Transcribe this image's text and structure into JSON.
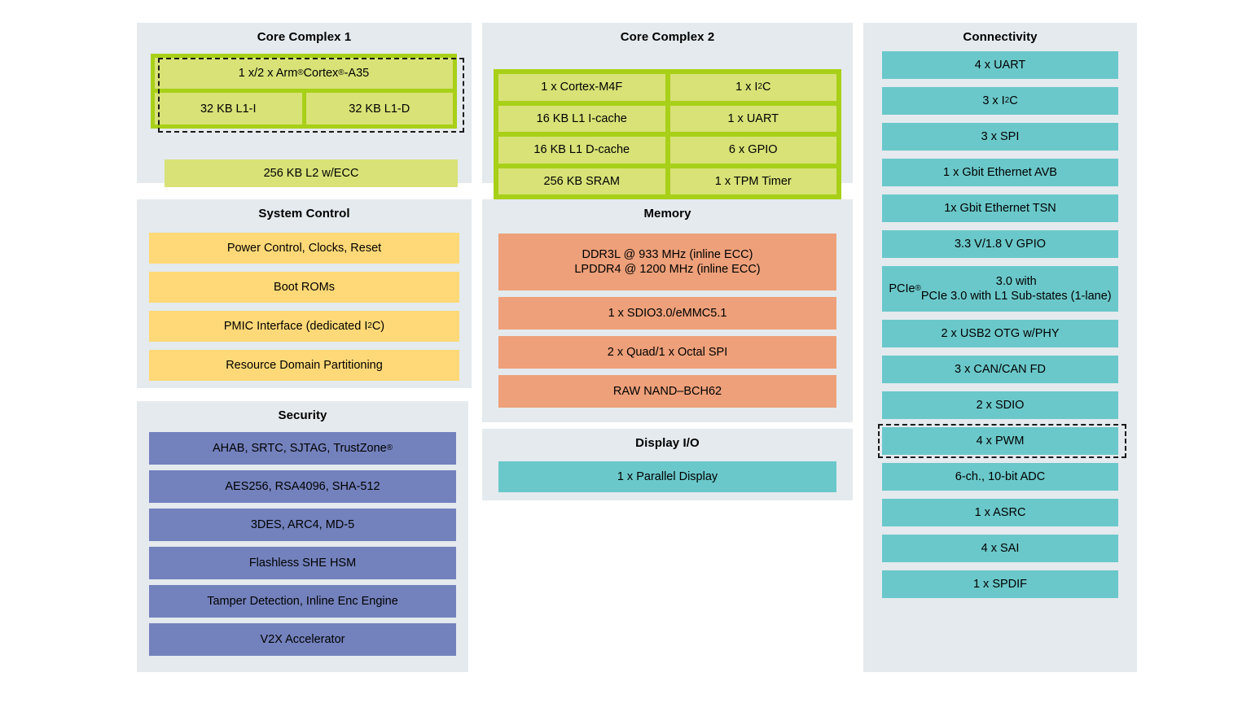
{
  "theme": {
    "page_background": "#ffffff",
    "panel_background": "#e4eaee",
    "green_border": "#a8d018",
    "green_fill": "#d8e277",
    "yellow_fill": "#ffd977",
    "purple_fill": "#7382bd",
    "orange_fill": "#eda07a",
    "teal_fill": "#6bc8ca",
    "highlight_outline": "#1a1a1a"
  },
  "panels": {
    "core_complex_1": {
      "title": "Core Complex 1",
      "cpu": "1 x/2 x Arm® Cortex®-A35",
      "l1_i": "32 KB L1-I",
      "l1_d": "32 KB L1-D",
      "l2": "256 KB L2 w/ECC",
      "highlighted": true
    },
    "core_complex_2": {
      "title": "Core Complex 2",
      "left_column": [
        "1 x  Cortex-M4F",
        "16 KB L1 I-cache",
        "16 KB L1 D-cache",
        "256 KB SRAM"
      ],
      "right_column": [
        "1 x I²C",
        "1 x UART",
        "6 x GPIO",
        "1 x TPM Timer"
      ]
    },
    "system_control": {
      "title": "System Control",
      "items": [
        "Power Control, Clocks, Reset",
        "Boot ROMs",
        "PMIC Interface (dedicated I²C)",
        "Resource Domain Partitioning"
      ]
    },
    "memory": {
      "title": "Memory",
      "items": [
        "DDR3L @ 933 MHz (inline ECC)\nLPDDR4 @ 1200 MHz (inline ECC)",
        "1 x SDIO3.0/eMMC5.1",
        "2 x Quad/1 x Octal SPI",
        "RAW NAND–BCH62"
      ]
    },
    "display_io": {
      "title": "Display I/O",
      "items": [
        "1 x Parallel Display"
      ]
    },
    "security": {
      "title": "Security",
      "items": [
        "AHAB, SRTC, SJTAG, TrustZone®",
        "AES256, RSA4096, SHA-512",
        "3DES, ARC4, MD-5",
        "Flashless SHE HSM",
        "Tamper Detection, Inline Enc Engine",
        "V2X Accelerator"
      ]
    },
    "connectivity": {
      "title": "Connectivity",
      "items": [
        {
          "label": "4 x UART",
          "tall": false,
          "highlighted": false
        },
        {
          "label": "3 x I²C",
          "tall": false,
          "highlighted": false
        },
        {
          "label": "3 x SPI",
          "tall": false,
          "highlighted": false
        },
        {
          "label": "1 x Gbit Ethernet AVB",
          "tall": false,
          "highlighted": false
        },
        {
          "label": "1x Gbit Ethernet TSN",
          "tall": false,
          "highlighted": false
        },
        {
          "label": "3.3 V/1.8 V GPIO",
          "tall": false,
          "highlighted": false
        },
        {
          "label": "PCIe® 3.0 with\nPCIe 3.0 with L1 Sub-states (1-lane)",
          "tall": true,
          "highlighted": false
        },
        {
          "label": "2 x USB2 OTG w/PHY",
          "tall": false,
          "highlighted": false
        },
        {
          "label": "3 x CAN/CAN FD",
          "tall": false,
          "highlighted": false
        },
        {
          "label": "2 x SDIO",
          "tall": false,
          "highlighted": false
        },
        {
          "label": "4 x PWM",
          "tall": false,
          "highlighted": true
        },
        {
          "label": "6-ch., 10-bit ADC",
          "tall": false,
          "highlighted": false
        },
        {
          "label": "1 x ASRC",
          "tall": false,
          "highlighted": false
        },
        {
          "label": "4 x SAI",
          "tall": false,
          "highlighted": false
        },
        {
          "label": "1 x SPDIF",
          "tall": false,
          "highlighted": false
        }
      ]
    }
  }
}
